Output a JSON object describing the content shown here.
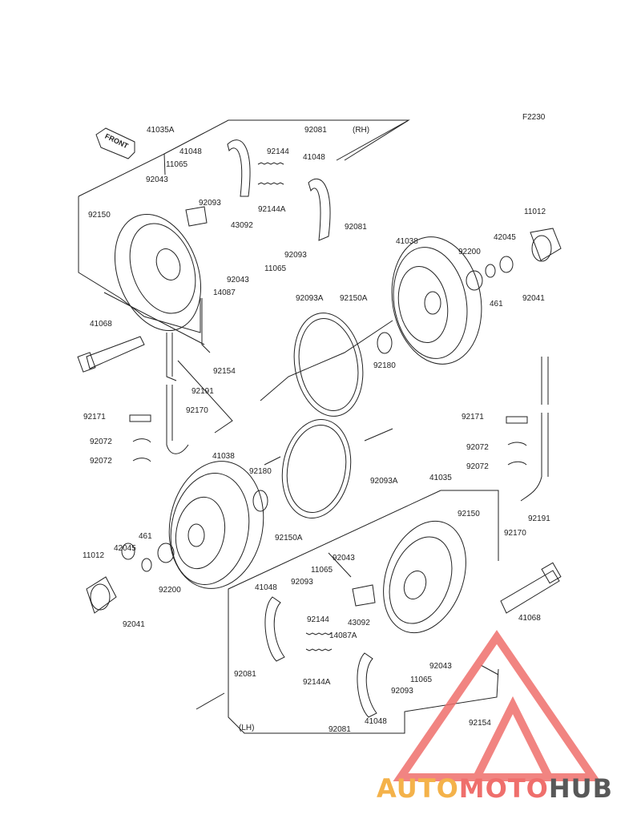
{
  "diagram": {
    "code": "F2230",
    "side_right": "(RH)",
    "side_left": "(LH)",
    "front_arrow": "FRONT",
    "labels": [
      "41035A",
      "92081",
      "(RH)",
      "41048",
      "92144",
      "11065",
      "92043",
      "92093",
      "41048",
      "92150",
      "92144A",
      "43092",
      "92081",
      "92093",
      "11065",
      "92043",
      "14087",
      "41038",
      "92200",
      "42045",
      "11012",
      "92093A",
      "92150A",
      "461",
      "92041",
      "41068",
      "92180",
      "92154",
      "92191",
      "92171",
      "92170",
      "92072",
      "92072",
      "41038",
      "92180",
      "92093A",
      "41035",
      "92171",
      "92072",
      "92072",
      "92150",
      "92170",
      "92191",
      "92150A",
      "461",
      "42045",
      "11012",
      "92200",
      "92041",
      "92043",
      "11065",
      "92093",
      "41048",
      "92144",
      "43092",
      "14087A",
      "41068",
      "92043",
      "92081",
      "92144A",
      "92093",
      "11065",
      "92154",
      "(LH)",
      "92081",
      "41048"
    ]
  },
  "watermark": {
    "part1": "AUTO",
    "part2": "MOTO",
    "part3": "HUB",
    "colors": {
      "auto": "#f4b24a",
      "moto": "#ef6f6c",
      "hub": "#585858",
      "triangle": "#ef6f6c"
    }
  }
}
